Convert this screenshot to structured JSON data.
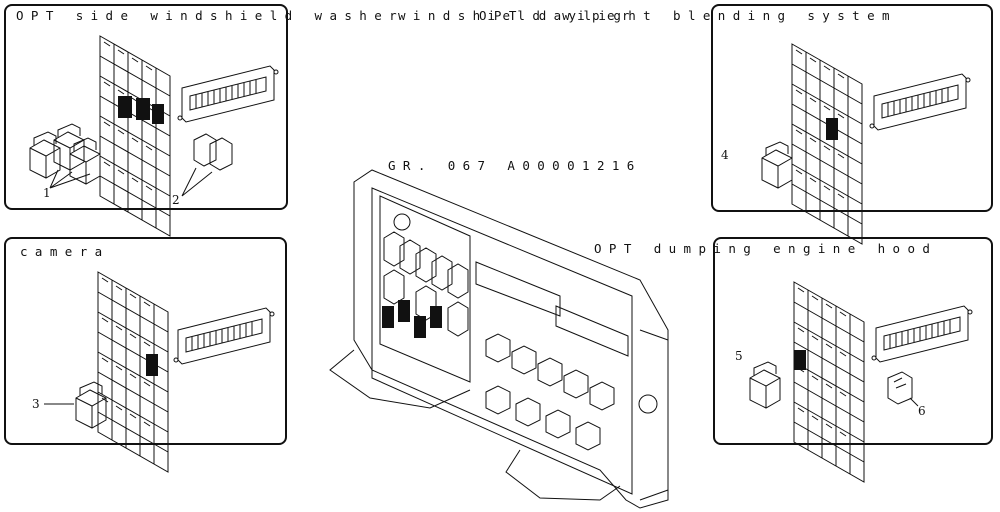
{
  "drawing_number": "GR. 067 A00001216",
  "panels": {
    "top_left": {
      "label_a": "OPT side windshield washer",
      "label_b": "windshield wiper",
      "callouts": [
        "1",
        "2"
      ]
    },
    "top_right": {
      "label": "OPT daylight blending system",
      "callouts": [
        "4"
      ]
    },
    "mid_left": {
      "label": "camera",
      "callouts": [
        "3"
      ]
    },
    "mid_right": {
      "label": "OPT dumping engine hood",
      "callouts": [
        "5",
        "6"
      ]
    }
  }
}
